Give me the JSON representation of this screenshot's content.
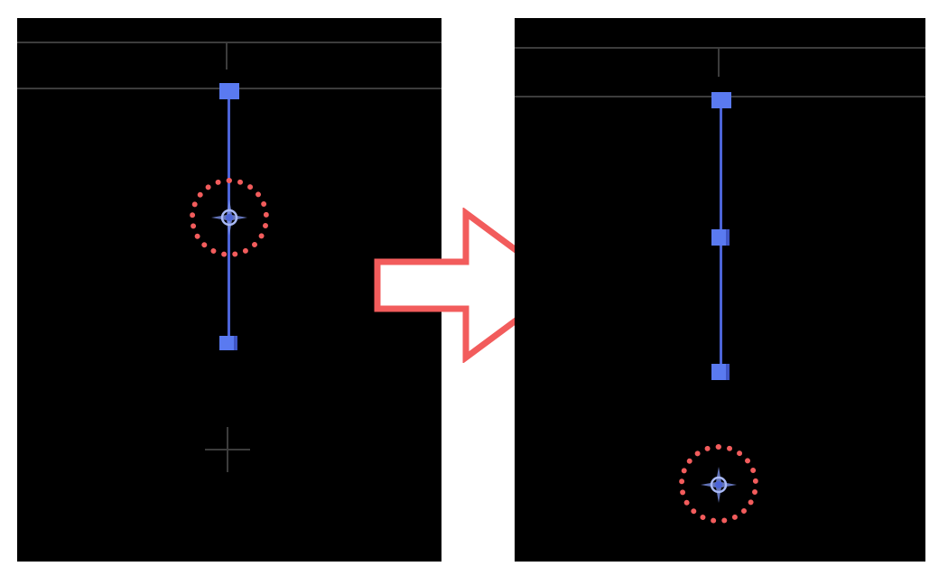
{
  "screen": {
    "description_free": true,
    "colors": {
      "background": "#ffffff",
      "canvas": "#000000",
      "guide": "#3c3c3c",
      "path": "#4c64d8",
      "control_point": "#5a7af0",
      "highlight": "#f25c5c",
      "anchor": "#7a90e6"
    },
    "panels": [
      {
        "id": "before",
        "control_points": 2,
        "anchor_state": "on-path"
      },
      {
        "id": "after",
        "control_points": 3,
        "anchor_state": "below-path"
      }
    ],
    "icons": {
      "anchor": "anchor-point-icon",
      "arrow": "right-arrow-icon",
      "crosshair": "crosshair-icon"
    }
  }
}
